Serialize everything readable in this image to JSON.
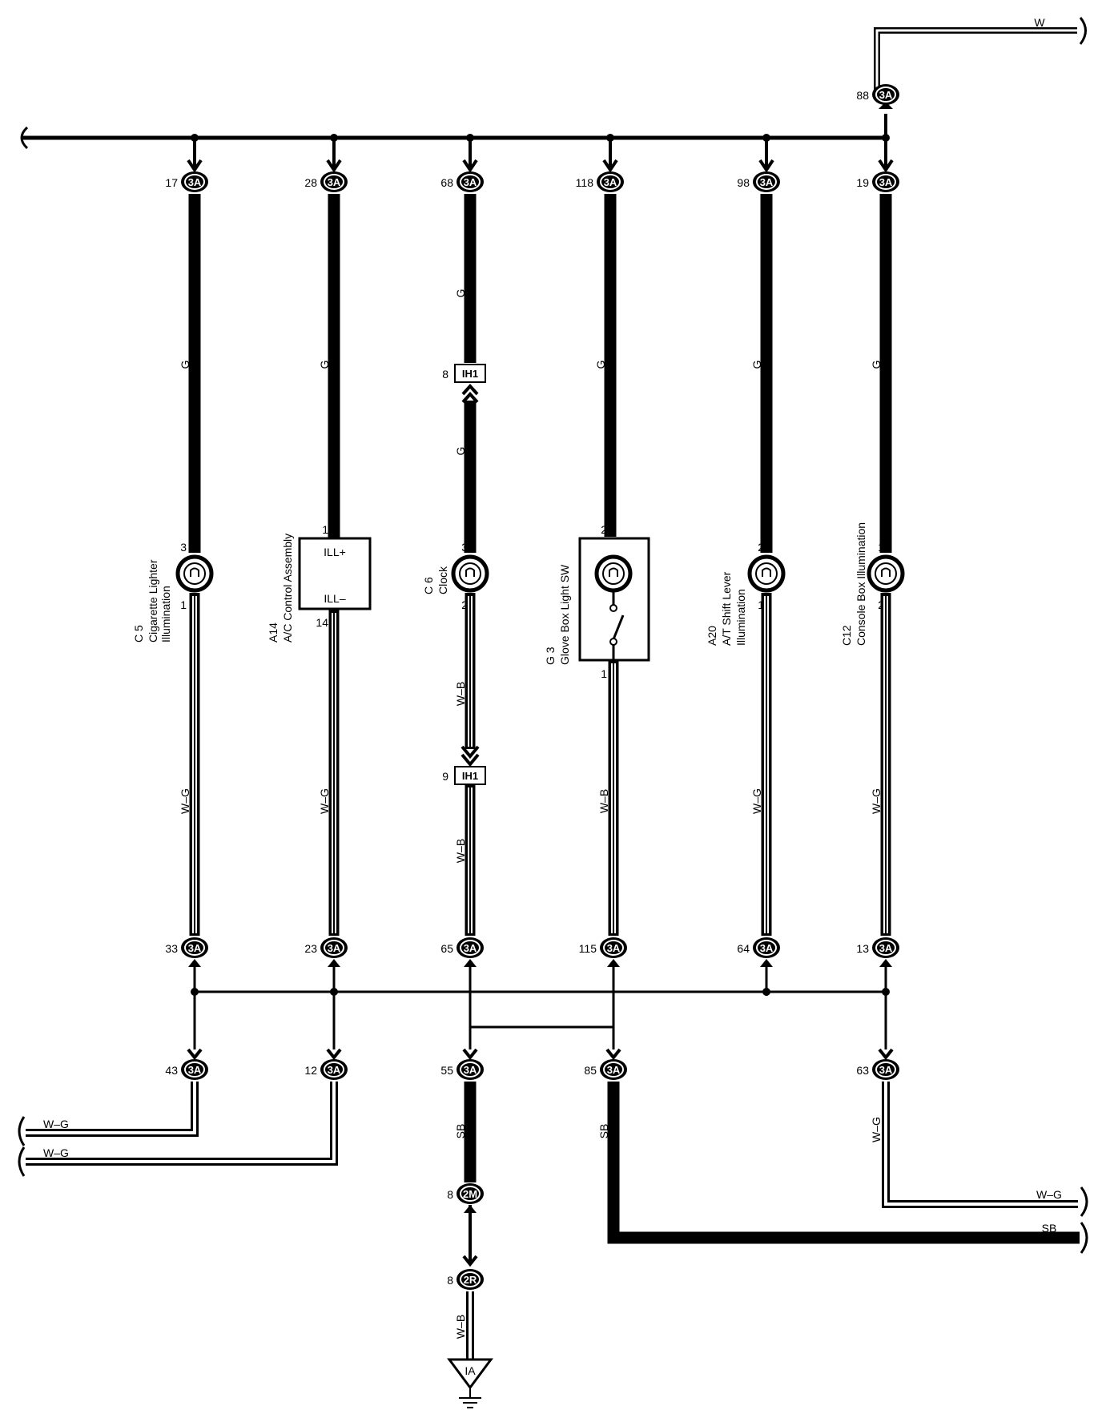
{
  "wires": {
    "w_top": "W",
    "g": "G",
    "wg": "W–G",
    "wb": "W–B",
    "sb": "SB"
  },
  "connectors": {
    "c3a": "3A",
    "ih1": "IH1",
    "c2m": "2M",
    "c2r": "2R",
    "ground": "IA"
  },
  "pins": {
    "p88": "88",
    "p17": "17",
    "p28": "28",
    "p68": "68",
    "p118": "118",
    "p98": "98",
    "p19": "19",
    "p33": "33",
    "p23": "23",
    "p65": "65",
    "p115": "115",
    "p64": "64",
    "p13": "13",
    "p43": "43",
    "p12": "12",
    "p55": "55",
    "p85": "85",
    "p63": "63",
    "p8": "8",
    "p9": "9",
    "p1": "1",
    "p2": "2",
    "p3": "3",
    "p14": "14"
  },
  "components": {
    "c5_code": "C 5",
    "c5_name1": "Cigarette Lighter",
    "c5_name2": "Illumination",
    "a14_code": "A14",
    "a14_name": "A/C Control Assembly",
    "a14_ill_plus": "ILL+",
    "a14_ill_minus": "ILL–",
    "c6_code": "C 6",
    "c6_name": "Clock",
    "g3_code": "G 3",
    "g3_name": "Glove Box Light SW",
    "a20_code": "A20",
    "a20_name1": "A/T Shift Lever",
    "a20_name2": "Illumination",
    "c12_code": "C12",
    "c12_name": "Console Box Illumination"
  }
}
